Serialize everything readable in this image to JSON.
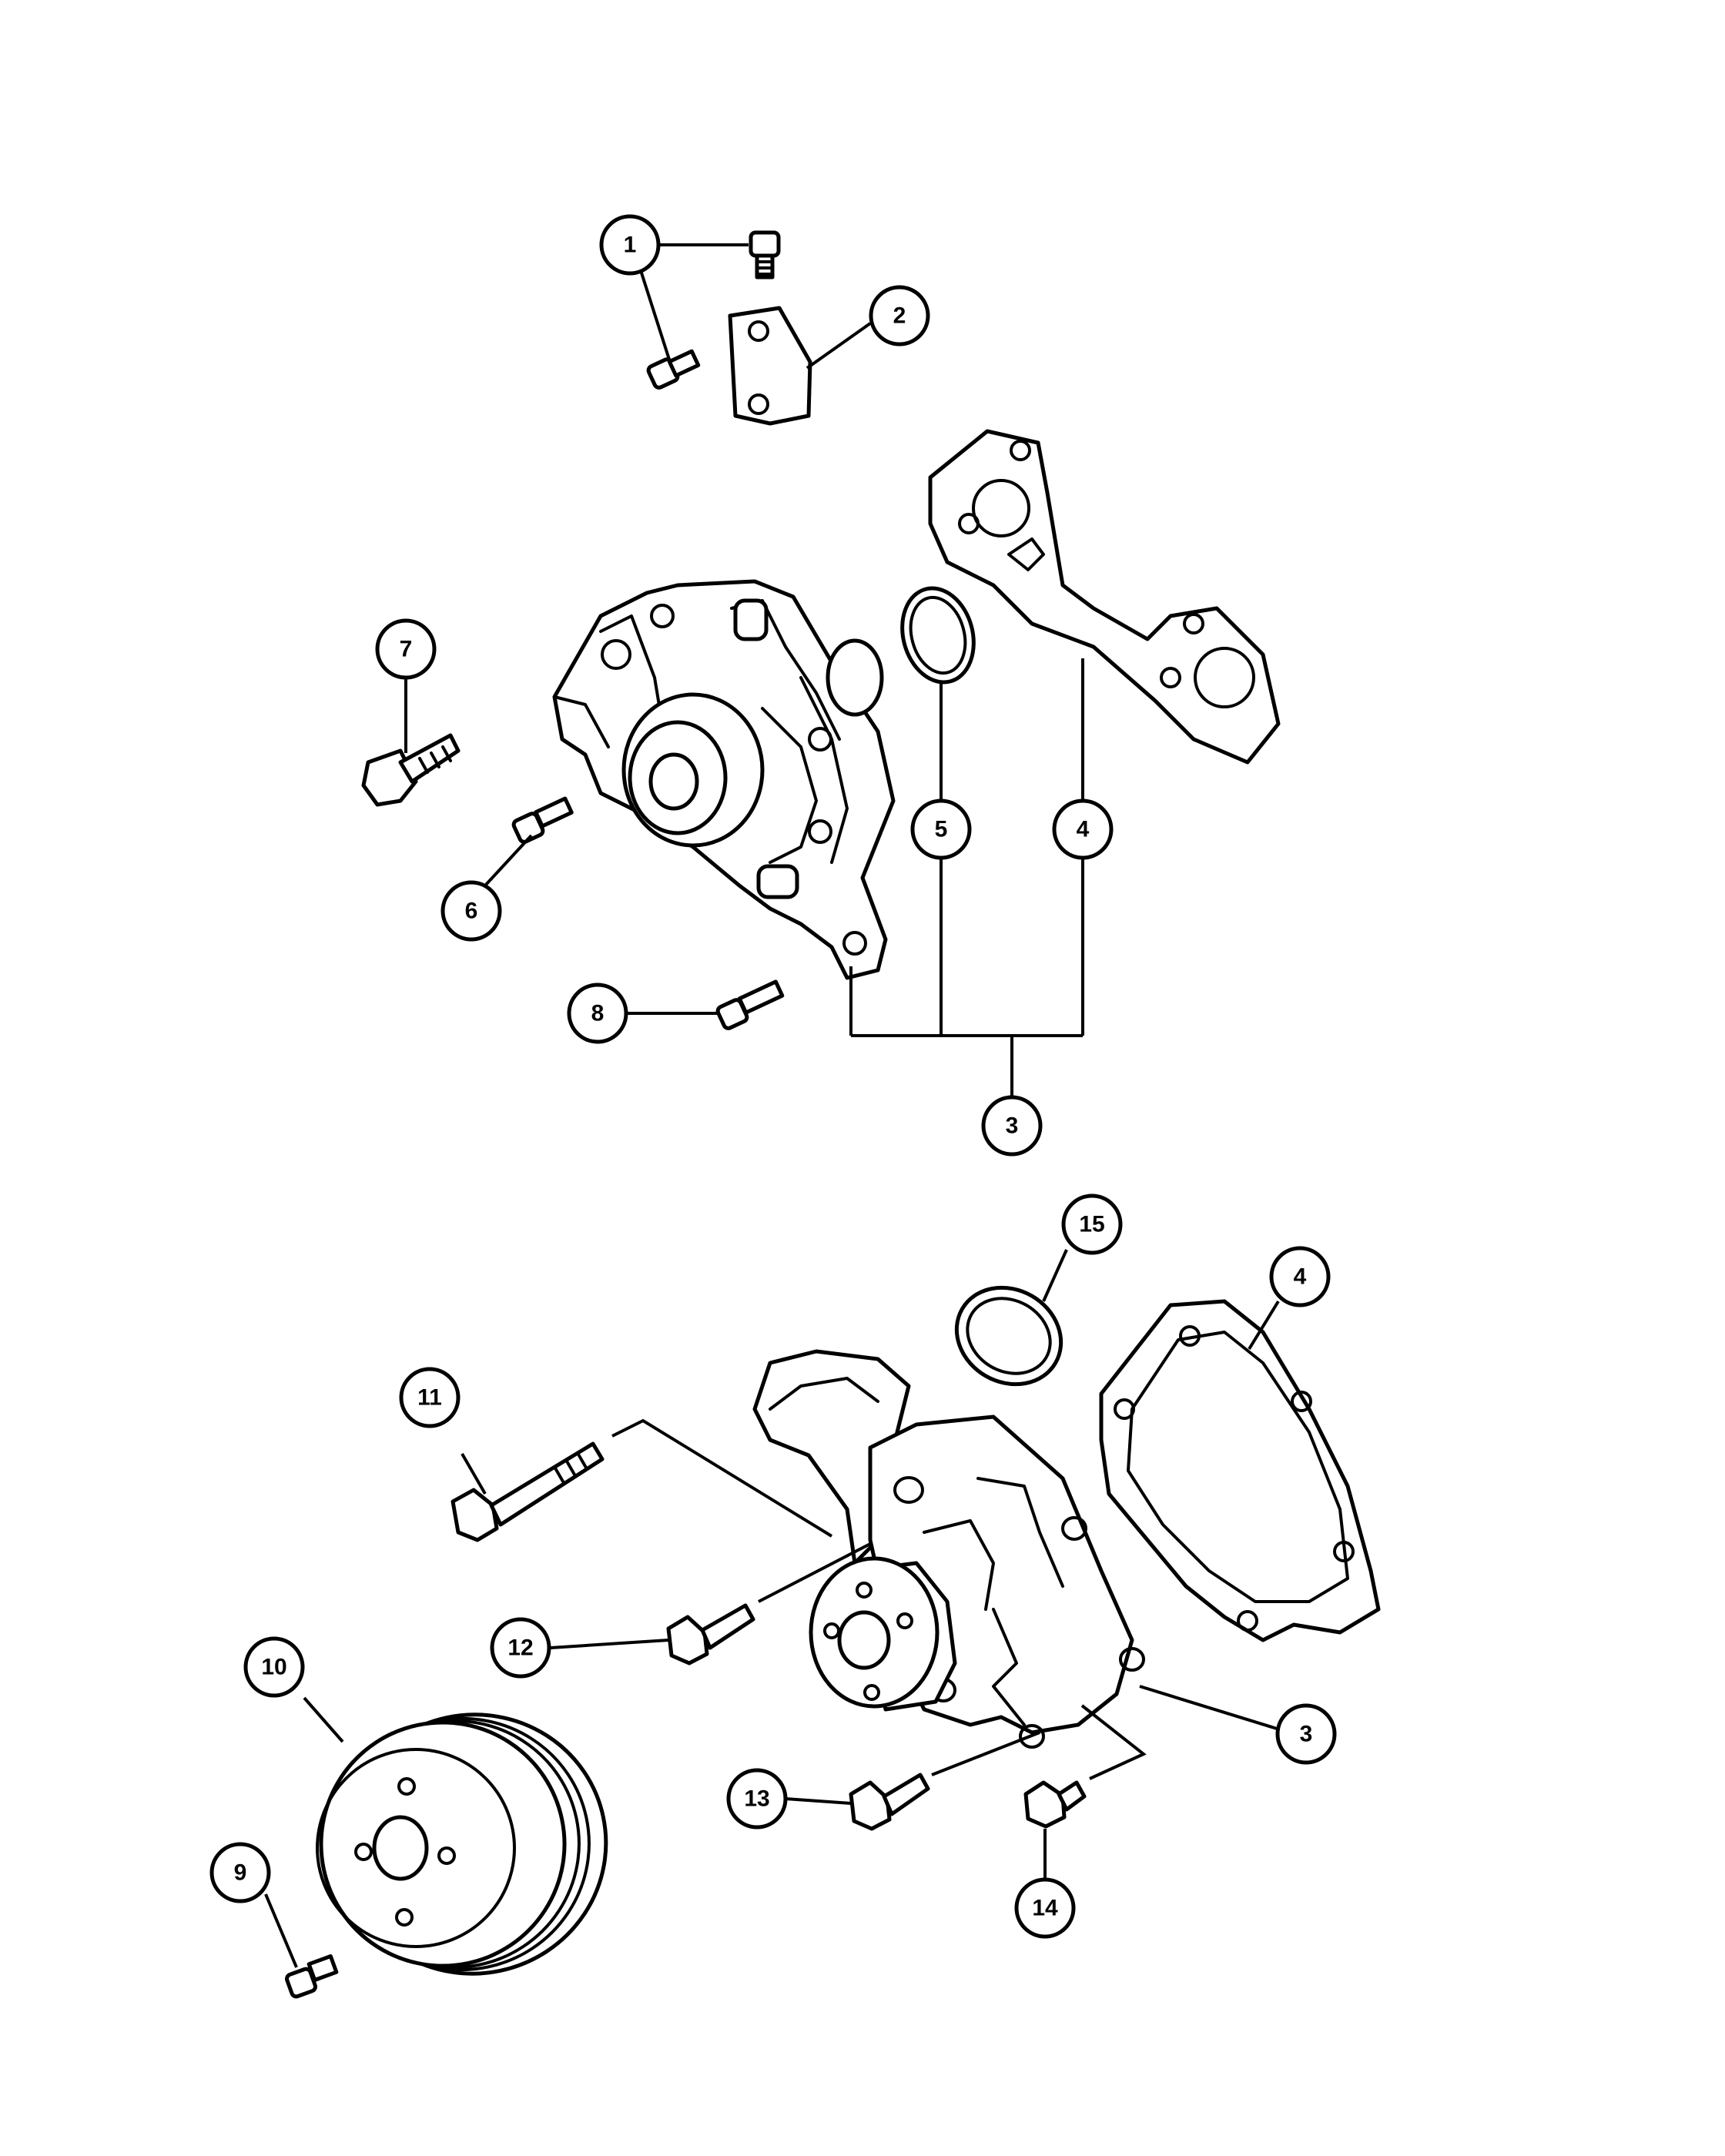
{
  "diagram": {
    "callouts": [
      {
        "id": "c1",
        "label": "1"
      },
      {
        "id": "c2",
        "label": "2"
      },
      {
        "id": "c3a",
        "label": "3"
      },
      {
        "id": "c4a",
        "label": "4"
      },
      {
        "id": "c5",
        "label": "5"
      },
      {
        "id": "c6",
        "label": "6"
      },
      {
        "id": "c7",
        "label": "7"
      },
      {
        "id": "c8",
        "label": "8"
      },
      {
        "id": "c15",
        "label": "15"
      },
      {
        "id": "c4b",
        "label": "4"
      },
      {
        "id": "c11",
        "label": "11"
      },
      {
        "id": "c10",
        "label": "10"
      },
      {
        "id": "c12",
        "label": "12"
      },
      {
        "id": "c3b",
        "label": "3"
      },
      {
        "id": "c13",
        "label": "13"
      },
      {
        "id": "c9",
        "label": "9"
      },
      {
        "id": "c14",
        "label": "14"
      }
    ]
  }
}
